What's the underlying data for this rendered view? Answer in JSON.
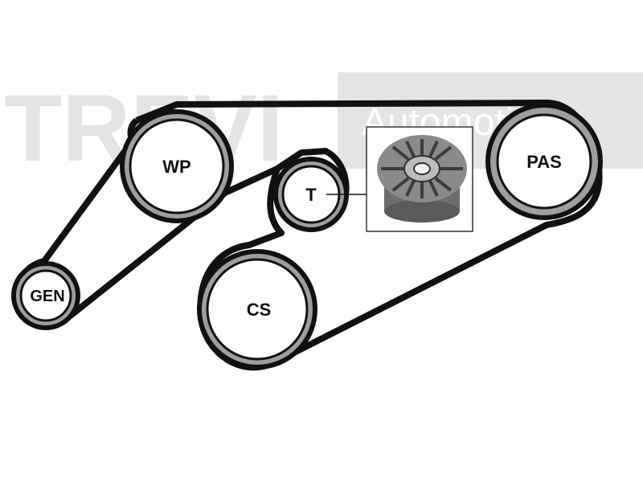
{
  "watermark": {
    "brand": "TREVI",
    "tagline": "Automotive",
    "color": "#e4e4e4"
  },
  "diagram": {
    "belt_color": "#111111",
    "pulley_rim_color": "#9e9e9e",
    "pulleys": {
      "wp": "WP",
      "t": "T",
      "pas": "PAS",
      "gen": "GEN",
      "cs": "CS"
    },
    "tensioner_inset": {
      "icon": "tensioner-pulley-photo"
    }
  }
}
